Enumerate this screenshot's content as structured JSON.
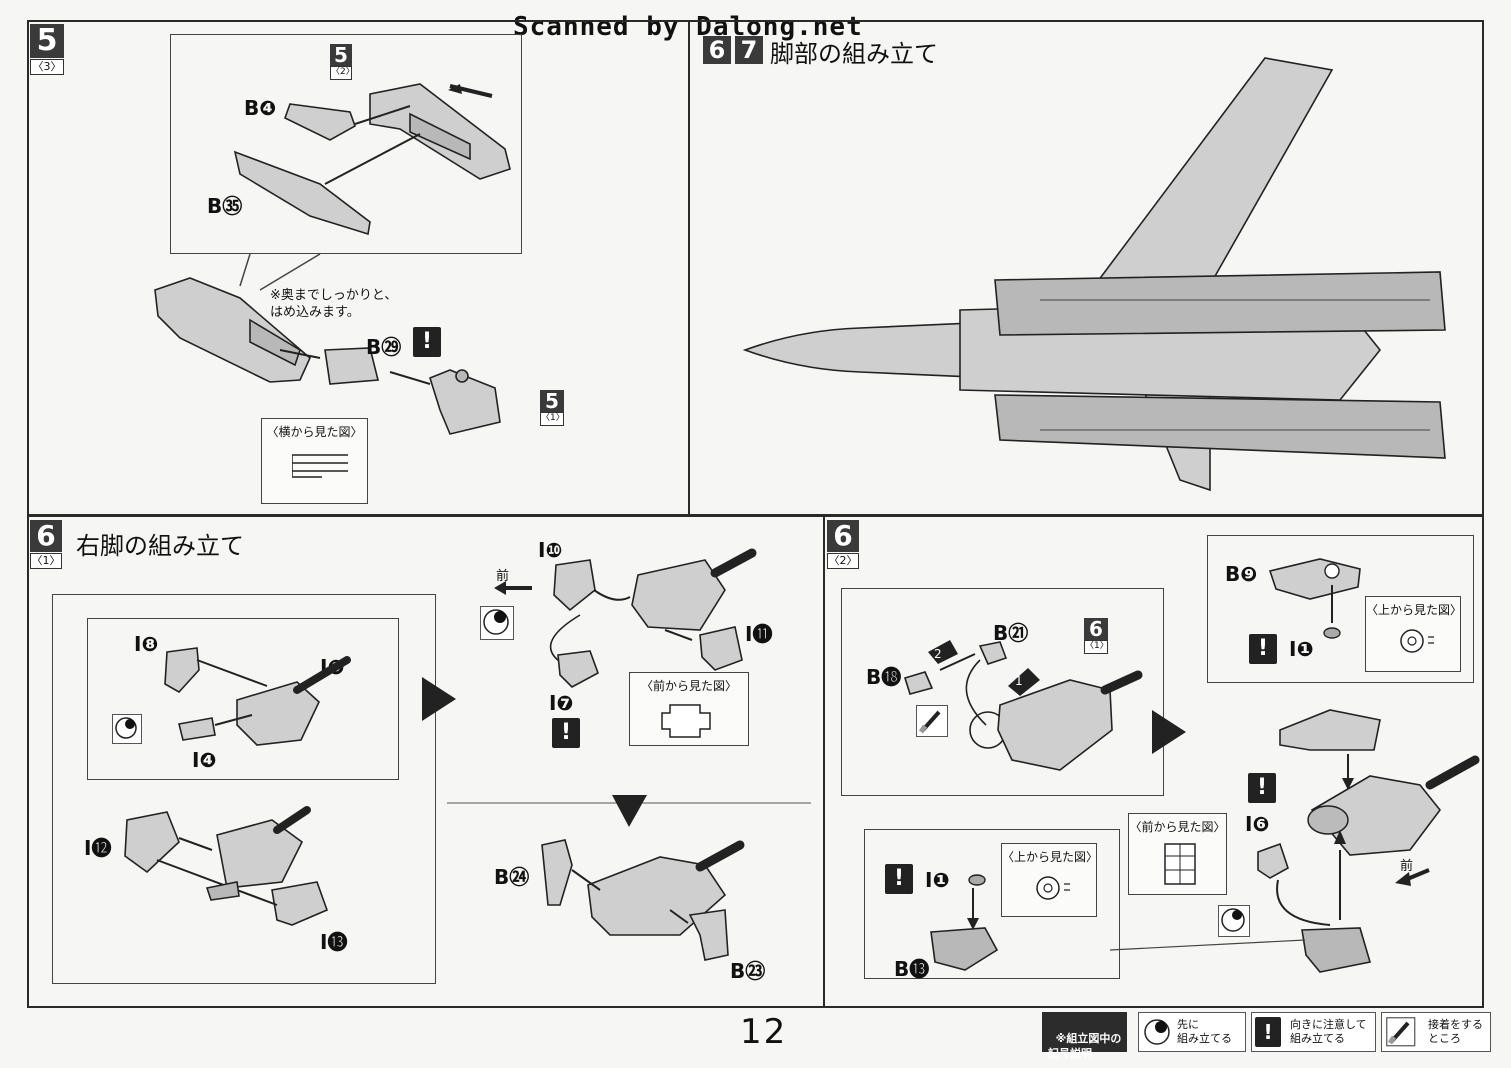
{
  "watermark": "Scanned by Dalong.net",
  "page_number": "12",
  "step5": {
    "number": "5",
    "sub": "〈3〉",
    "ref_number": "5",
    "ref_sub": "〈2〉",
    "parts": [
      "B❹",
      "B㉟",
      "B㉙"
    ],
    "note": "※奥までしっかりと、\nはめ込みます。",
    "side_view_label": "〈横から見た図〉",
    "ref2_number": "5",
    "ref2_sub": "〈1〉"
  },
  "step67": {
    "num_a": "6",
    "num_b": "7",
    "title": "脚部の組み立て"
  },
  "step6_1": {
    "number": "6",
    "sub": "〈1〉",
    "title": "右脚の組み立て",
    "parts": [
      "I❽",
      "I❾",
      "I❹",
      "I⓬",
      "I⓭",
      "I❿",
      "I⓫",
      "I❼",
      "B㉔",
      "B㉓"
    ],
    "front_label": "前",
    "front_view_label": "〈前から見た図〉"
  },
  "step6_2": {
    "number": "6",
    "sub": "〈2〉",
    "ref_number": "6",
    "ref_sub": "〈1〉",
    "parts": [
      "B㉑",
      "B⓲",
      "B❾",
      "I❶",
      "I❻",
      "B⓭",
      "I❶"
    ],
    "top_view_label": "〈上から見た図〉",
    "front_view_label": "〈前から見た図〉",
    "front_label": "前"
  },
  "legend": {
    "heading": "※組立図中の\n記号説明",
    "item1": "先に\n組み立てる",
    "item2": "向きに注意して\n組み立てる",
    "item3": "接着をする\nところ"
  }
}
